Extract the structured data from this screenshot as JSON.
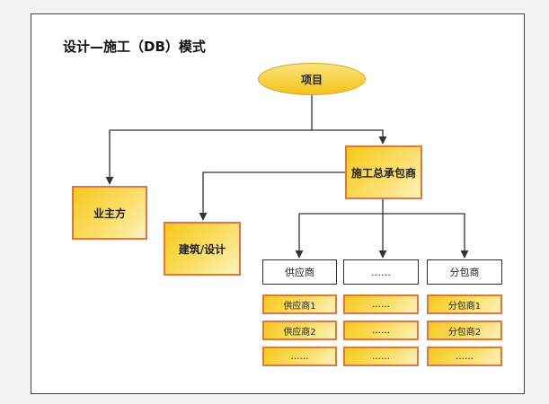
{
  "title": "设计—施工（DB）模式",
  "nodes": {
    "project": "项目",
    "owner": "业主方",
    "general_contractor": "施工总承包商",
    "architect": "建筑/设计",
    "supplier": "供应商",
    "middle": "……",
    "subcontractor": "分包商"
  },
  "supplier_list": [
    "供应商1",
    "供应商2",
    "……"
  ],
  "middle_list": [
    "……",
    "……",
    "……"
  ],
  "subcontractor_list": [
    "分包商1",
    "分包商2",
    "……"
  ],
  "colors": {
    "gold": "#f6c81e",
    "border_orange": "#e1773a",
    "line": "#333333"
  }
}
